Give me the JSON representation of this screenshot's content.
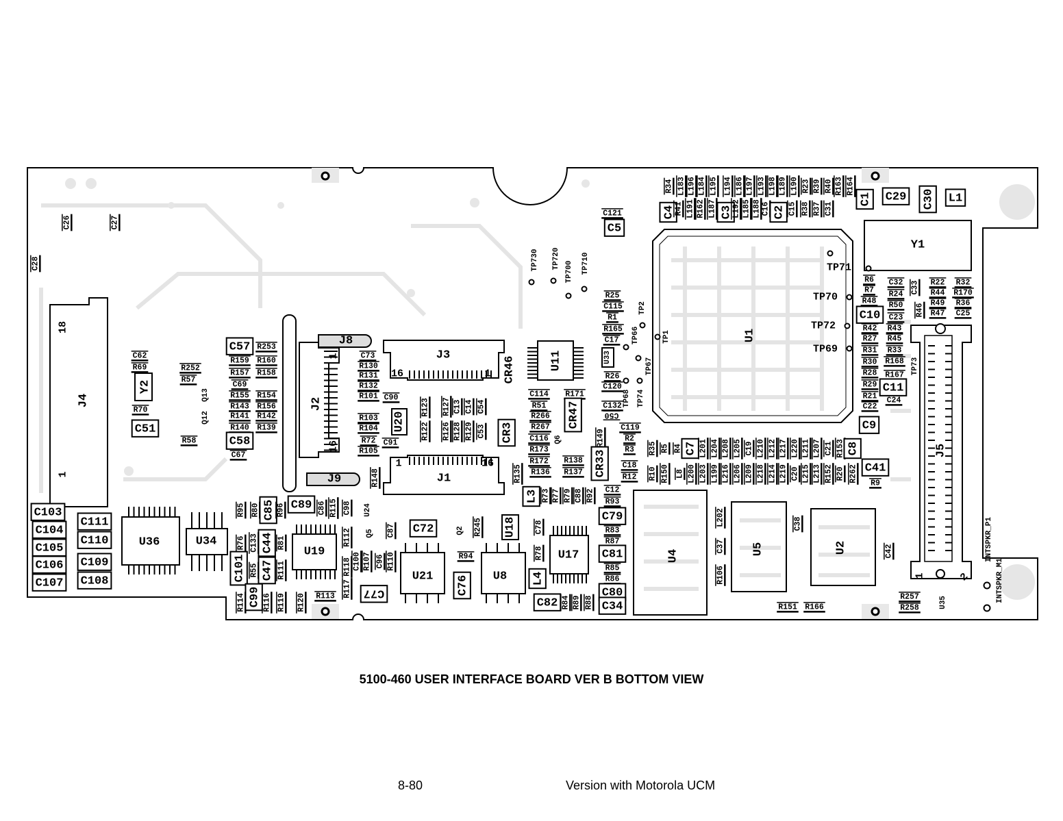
{
  "title": "5100-460 USER INTERFACE BOARD VER B BOTTOM VIEW",
  "footer": {
    "page": "8-80",
    "version": "Version with Motorola UCM"
  },
  "pin_labels": {
    "j4_top": "18",
    "j4_bottom": "1",
    "j2_top": "1",
    "j2_bottom": "16",
    "j3_left": "16",
    "j3_right": "1",
    "j1_left": "1",
    "j1_right": "16",
    "j5_pin1": "1",
    "j5_pin2": "2"
  },
  "components": [
    "C26",
    "C27",
    "C28",
    "J4",
    "C62",
    "R69",
    "Y2",
    "R70",
    "C51",
    "R252",
    "R57",
    "Q13",
    "Q12",
    "R58",
    "C57",
    "R253",
    "R159",
    "R160",
    "R157",
    "R158",
    "C69",
    "R155",
    "R154",
    "R143",
    "R156",
    "R141",
    "R142",
    "R140",
    "R139",
    "C58",
    "C67",
    "J2",
    "J8",
    "J9",
    "C73",
    "R130",
    "R131",
    "R132",
    "R101",
    "C90",
    "R103",
    "R104",
    "R72",
    "C91",
    "R105",
    "U20",
    "R122",
    "R123",
    "R126",
    "R127",
    "R128",
    "C13",
    "R129",
    "C14",
    "C53",
    "C54",
    "J3",
    "J1",
    "R148",
    "CR46",
    "CR3",
    "R135",
    "U11",
    "C114",
    "R51",
    "R266",
    "R267",
    "C116",
    "R173",
    "R172",
    "R136",
    "R171",
    "CR47",
    "Q6",
    "R138",
    "R137",
    "R149",
    "CR33",
    "R25",
    "C115",
    "R1",
    "R165",
    "C17",
    "U33",
    "R26",
    "C120",
    "C132",
    "C50",
    "C119",
    "R2",
    "R3",
    "C18",
    "R12",
    "TP2",
    "TP66",
    "TP1",
    "TP67",
    "TP68",
    "TP74",
    "TP730",
    "TP720",
    "TP700",
    "TP710",
    "C121",
    "C5",
    "U1",
    "TP71",
    "TP70",
    "TP72",
    "TP69",
    "R34",
    "L183",
    "L196",
    "L184",
    "L195",
    "L194",
    "L186",
    "L197",
    "L193",
    "L198",
    "L189",
    "L190",
    "R23",
    "R39",
    "R40",
    "R163",
    "R164",
    "C4",
    "R41",
    "L191",
    "R162",
    "L187",
    "C3",
    "L192",
    "L185",
    "L188",
    "C16",
    "C2",
    "C15",
    "R38",
    "R37",
    "C31",
    "C1",
    "C29",
    "C30",
    "L1",
    "Y1",
    "R6",
    "R7",
    "R48",
    "C10",
    "R42",
    "R27",
    "R31",
    "R30",
    "R28",
    "R29",
    "R21",
    "C22",
    "C32",
    "R24",
    "R50",
    "C23",
    "R43",
    "R45",
    "R33",
    "R168",
    "R167",
    "C11",
    "C24",
    "C33",
    "R46",
    "R22",
    "R32",
    "R44",
    "R170",
    "R49",
    "R36",
    "R47",
    "C25",
    "TP73",
    "J5",
    "C9",
    "R35",
    "R5",
    "R4",
    "C7",
    "L201",
    "L204",
    "L208",
    "L205",
    "C19",
    "L210",
    "L212",
    "L217",
    "L220",
    "L211",
    "L207",
    "C21",
    "R153",
    "C8",
    "R10",
    "R150",
    "L8",
    "L200",
    "L203",
    "L199",
    "L216",
    "L206",
    "L209",
    "L218",
    "L214",
    "L219",
    "C20",
    "L215",
    "L213",
    "R152",
    "R20",
    "R262",
    "C41",
    "R9",
    "U4",
    "L202",
    "C37",
    "R106",
    "U5",
    "C38",
    "U2",
    "C42",
    "R151",
    "R166",
    "R257",
    "R258",
    "U35",
    "INTSPKR_P1",
    "INTSPKR_M1",
    "L3",
    "R73",
    "R77",
    "R79",
    "C88",
    "R92",
    "C12",
    "R93",
    "C79",
    "R83",
    "R87",
    "C81",
    "R85",
    "R86",
    "C80",
    "C34",
    "U17",
    "C78",
    "R78",
    "L4",
    "C82",
    "R84",
    "R89",
    "R88",
    "U18",
    "R245",
    "Q2",
    "R94",
    "C76",
    "U21",
    "U8",
    "C72",
    "R95",
    "R80",
    "C85",
    "R96",
    "C89",
    "C86",
    "R115",
    "C98",
    "U24",
    "R112",
    "Q5",
    "C87",
    "R118",
    "C100",
    "R107",
    "C96",
    "R110",
    "R117",
    "C77",
    "R76",
    "C133",
    "C44",
    "R81",
    "U19",
    "C101",
    "R55",
    "C47",
    "R111",
    "R114",
    "C99",
    "R116",
    "R119",
    "R120",
    "R113",
    "U34",
    "U36",
    "C103",
    "C104",
    "C105",
    "C106",
    "C107",
    "C111",
    "C110",
    "C109",
    "C108"
  ]
}
